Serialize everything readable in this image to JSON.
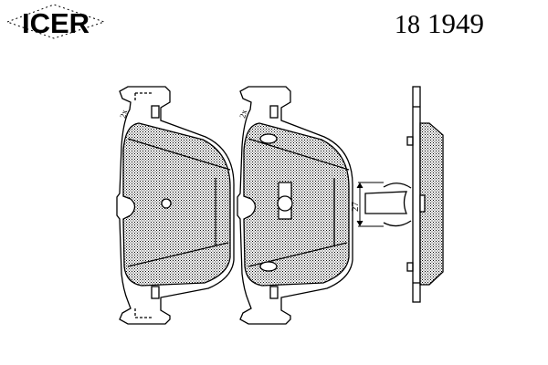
{
  "brand": {
    "name": "ICER"
  },
  "part_number": {
    "prefix": "18",
    "number": "1949"
  },
  "drawing": {
    "title": "Brake pad set technical drawing",
    "qty_label_left": "2x",
    "qty_label_middle": "2x",
    "dimension_label": "27",
    "colors": {
      "line": "#000000",
      "background": "#ffffff"
    }
  }
}
